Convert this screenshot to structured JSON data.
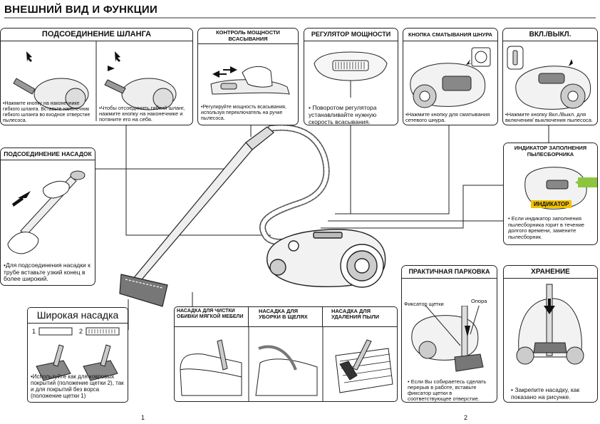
{
  "page_title": "ВНЕШНИЙ ВИД И ФУНКЦИИ",
  "hose": {
    "title": "ПОДСОЕДИНЕНИЕ ШЛАНГА",
    "caption_left": "•Нажмите кнопку на наконечнике гибкого шланга. Вставьте наконечник гибкого шланга во входное отверстие пылесоса.",
    "caption_right": "•Чтобы отсоединить гибкий шланг, нажмите кнопку на наконечнике и потяните его на себя."
  },
  "suction": {
    "title": "КОНТРОЛЬ МОЩНОСТИ ВСАСЫВАНИЯ",
    "caption": "•Регулируйте мощность всасывания, используя переключатель на ручке пылесоса."
  },
  "power": {
    "title": "РЕГУЛЯТОР МОЩНОСТИ",
    "caption": "• Поворотом регулятора устанавливайте нужную скорость всасывания."
  },
  "cord": {
    "title": "КНОПКА СМАТЫВАНИЯ ШНУРА",
    "caption": "•Нажмите кнопку для сматывания сетевого шнура."
  },
  "onoff": {
    "title": "ВКЛ./ВЫКЛ.",
    "caption": "•Нажмите кнопку Вкл./Выкл. для включения/ выключения пылесоса."
  },
  "indicator": {
    "title": "ИНДИКАТОР ЗАПОЛНЕНИЯ ПЫЛЕСБОРНИКА",
    "label": "ИНДИКАТОР",
    "caption": "• Если индикатор заполнения пылесборника горит в течение долгого времени, замените пылесборник."
  },
  "attachments": {
    "title": "ПОДСОЕДИНЕНИЕ НАСАДОК",
    "caption": "•Для подсоединения насадки к трубе вставьте узкий конец в более широкий."
  },
  "wide": {
    "title": "Широкая насадка",
    "num1": "1",
    "num2": "2",
    "caption": "•Используйте как для ковровых покрытий (положение щетки 2), так и для покрытий без ворса (положение щетки 1)"
  },
  "nozzles": {
    "col1": "НАСАДКА ДЛЯ ЧИСТКИ ОБИВКИ МЯГКОЙ МЕБЕЛИ",
    "col2": "НАСАДКА ДЛЯ УБОРКИ В ЩЕЛЯХ",
    "col3": "НАСАДКА ДЛЯ УДАЛЕНИЯ ПЫЛИ"
  },
  "parking": {
    "title": "ПРАКТИЧНАЯ ПАРКОВКА",
    "label_brush": "Фиксатор щетки",
    "label_support": "Опора",
    "caption": "• Если Вы собираетесь сделать перерыв в работе, вставьте фиксатор щетки в соответствующее отверстие."
  },
  "storage": {
    "title": "ХРАНЕНИЕ",
    "caption": "• Закрепите насадку, как показано на рисунке."
  },
  "pages": {
    "left": "1",
    "right": "2"
  },
  "colors": {
    "indicator_label": "#f2c200",
    "indicator_arrow": "#8cc63f",
    "line": "#222222",
    "shade": "#9a9a9a"
  }
}
